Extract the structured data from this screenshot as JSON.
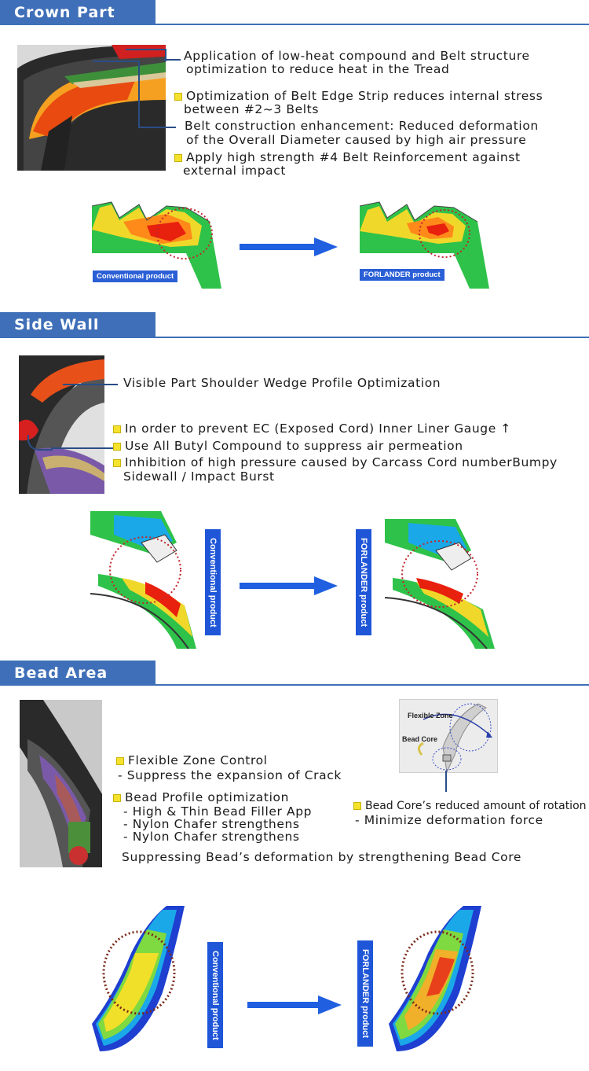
{
  "sections": {
    "crown": {
      "title": "Crown Part",
      "line1a": "Application of low-heat compound and Belt structure",
      "line1b": "optimization to reduce heat in the Tread",
      "line2a": "Optimization of Belt Edge Strip reduces internal stress",
      "line2b": "between #2~3 Belts",
      "line3a": "Belt construction enhancement: Reduced deformation",
      "line3b": "of the Overall Diameter caused by high air pressure",
      "line4a": "Apply high strength #4 Belt Reinforcement against",
      "line4b": "external impact",
      "badge_left": "Conventional product",
      "badge_right": "FORLANDER product"
    },
    "side": {
      "title": "Side Wall",
      "line1": "Visible Part Shoulder Wedge Profile Optimization",
      "line2": "In order to prevent EC (Exposed Cord) Inner Liner Gauge ↑",
      "line3": "Use All Butyl Compound to suppress air permeation",
      "line4a": "Inhibition of high pressure caused by Carcass Cord numberBumpy",
      "line4b": "Sidewall / Impact Burst",
      "badge_left": "Conventional product",
      "badge_right": "FORLANDER product"
    },
    "bead": {
      "title": "Bead Area",
      "line1a": "Flexible Zone Control",
      "line1b": "- Suppress the expansion of Crack",
      "line2a": "Bead Profile optimization",
      "line2b": "- High & Thin Bead Filler App",
      "line2c": "- Nylon Chafer strengthens",
      "line2d": "- Nylon Chafer strengthens",
      "line3": "Suppressing Bead’s deformation by strengthening Bead Core",
      "right1": "Bead Core’s reduced amount of rotation",
      "right2": "- Minimize deformation force",
      "diag_flex": "Flexible Zone",
      "diag_core": "Bead Core",
      "badge_left": "Conventional product",
      "badge_right": "FORLANDER product"
    }
  },
  "colors": {
    "accent": "#3f6fb8",
    "arrow": "#1f5fe0",
    "bullet": "#f4e22c"
  }
}
